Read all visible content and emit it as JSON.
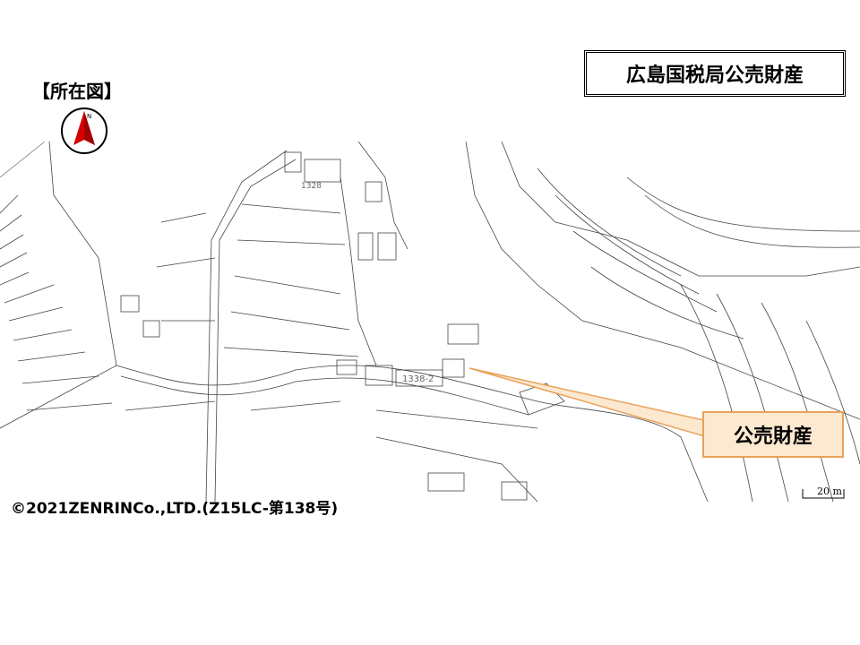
{
  "location_label": "【所在図】",
  "title": "広島国税局公売財産",
  "callout_label": "公売財産",
  "lot_number": "1338-2",
  "neighbor_lot": "1328",
  "scale_label": "20 m",
  "north_letter": "N",
  "copyright": "©2021ZENRINCo.,LTD.(Z15LC-第138号)",
  "colors": {
    "accent": "#e8a25a",
    "callout_fill": "#fde9d0",
    "north_red": "#d40000"
  }
}
